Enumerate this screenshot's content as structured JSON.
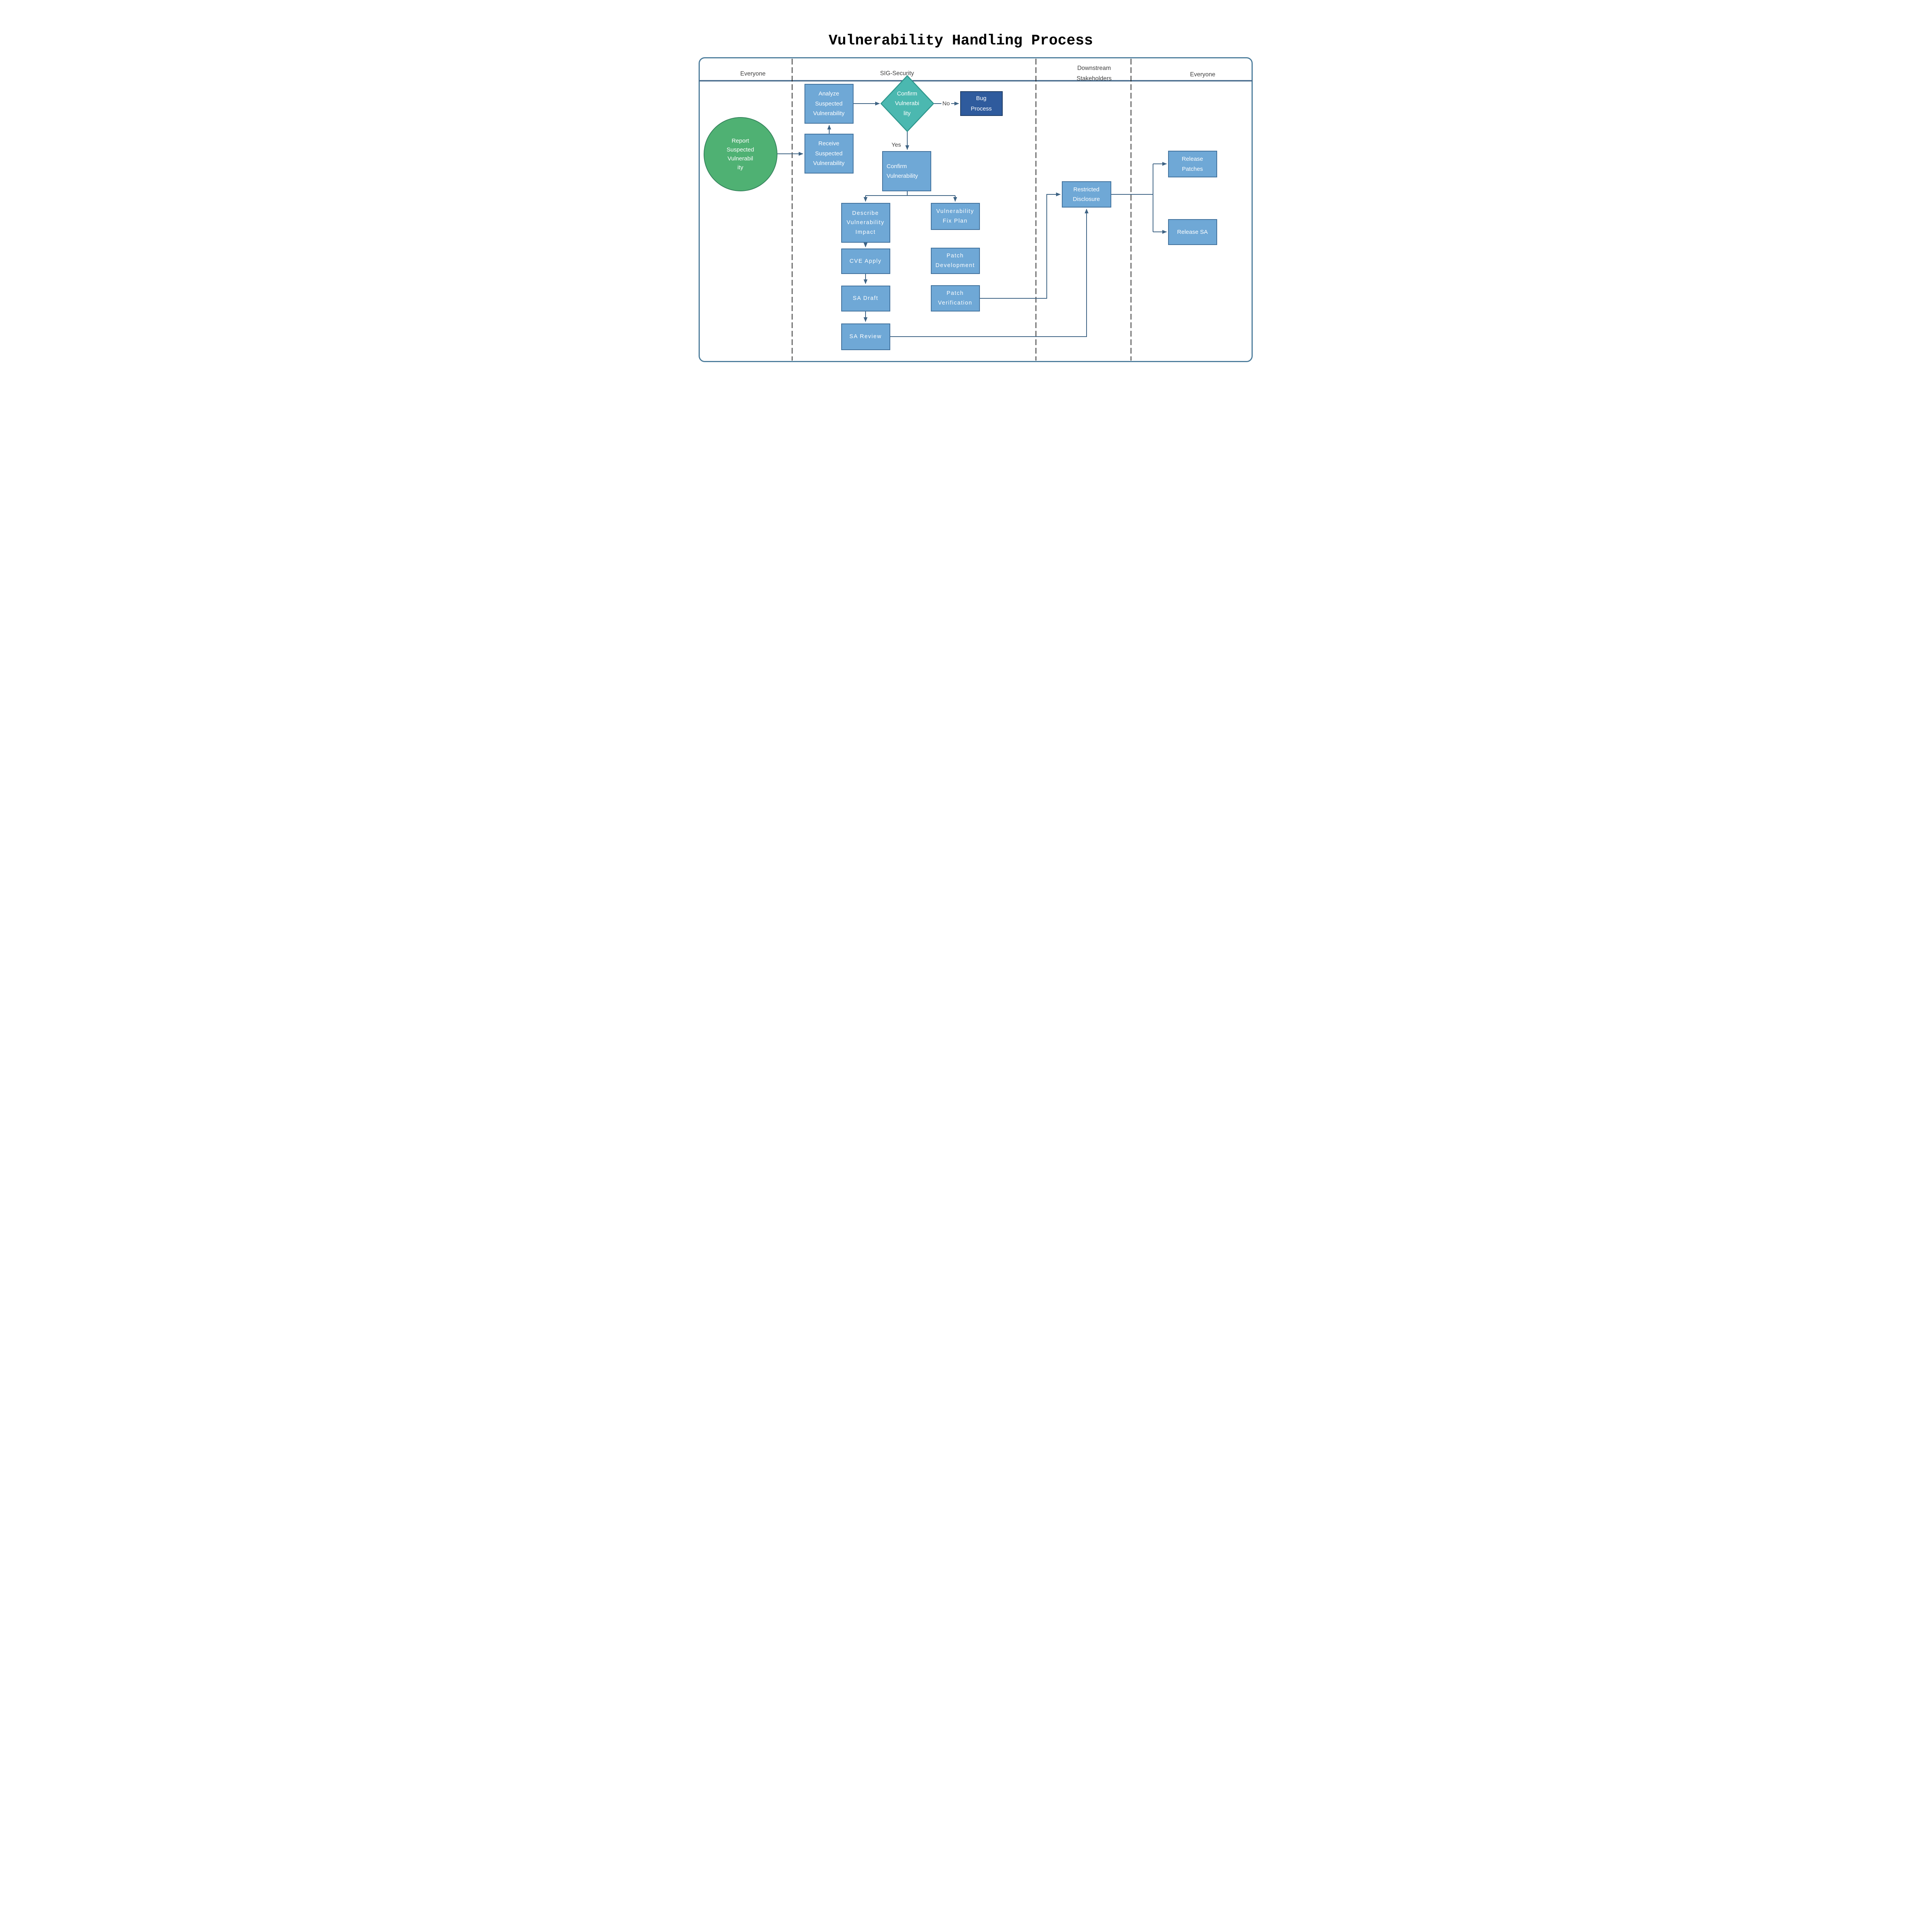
{
  "title": "Vulnerability Handling Process",
  "lanes": {
    "everyone_left": "Everyone",
    "sig_security": "SIG-Security",
    "downstream": "Downstream\nStakeholders",
    "everyone_right": "Everyone"
  },
  "edge_labels": {
    "no": "No",
    "yes": "Yes"
  },
  "nodes": {
    "report": "Report\nSuspected\nVulnerabil\nity",
    "receive": "Receive\nSuspected\nVulnerability",
    "analyze": "Analyze\nSuspected\nVulnerability",
    "decision": "Confirm\nVulnerabi\nlity",
    "bug_process": "Bug\nProcess",
    "confirm": "Confirm\nVulnerability",
    "describe_impact": "Describe\nVulnerability\nImpact",
    "cve_apply": "CVE Apply",
    "sa_draft": "SA Draft",
    "sa_review": "SA Review",
    "fix_plan": "Vulnerability\nFix Plan",
    "patch_development": "Patch\nDevelopment",
    "patch_verification": "Patch\nVerification",
    "restricted_disclosure": "Restricted\nDisclosure",
    "release_patches": "Release\nPatches",
    "release_sa": "Release SA"
  },
  "colors": {
    "line": "#3e6384",
    "outer_border": "#4d7d9c",
    "separator": "#44688a",
    "divider": "#141414",
    "box_fill": "#6fa8d6",
    "box_border": "#41719c",
    "dark_fill": "#2f5b9d",
    "dark_border": "#1e3c64",
    "teal_fill": "#4bb8b0",
    "teal_border": "#2e968c",
    "green_fill": "#4fb173",
    "green_border": "#35845c",
    "label_color": "#3f3f3f",
    "text_white": "#ffffff",
    "title_color": "#000000"
  }
}
